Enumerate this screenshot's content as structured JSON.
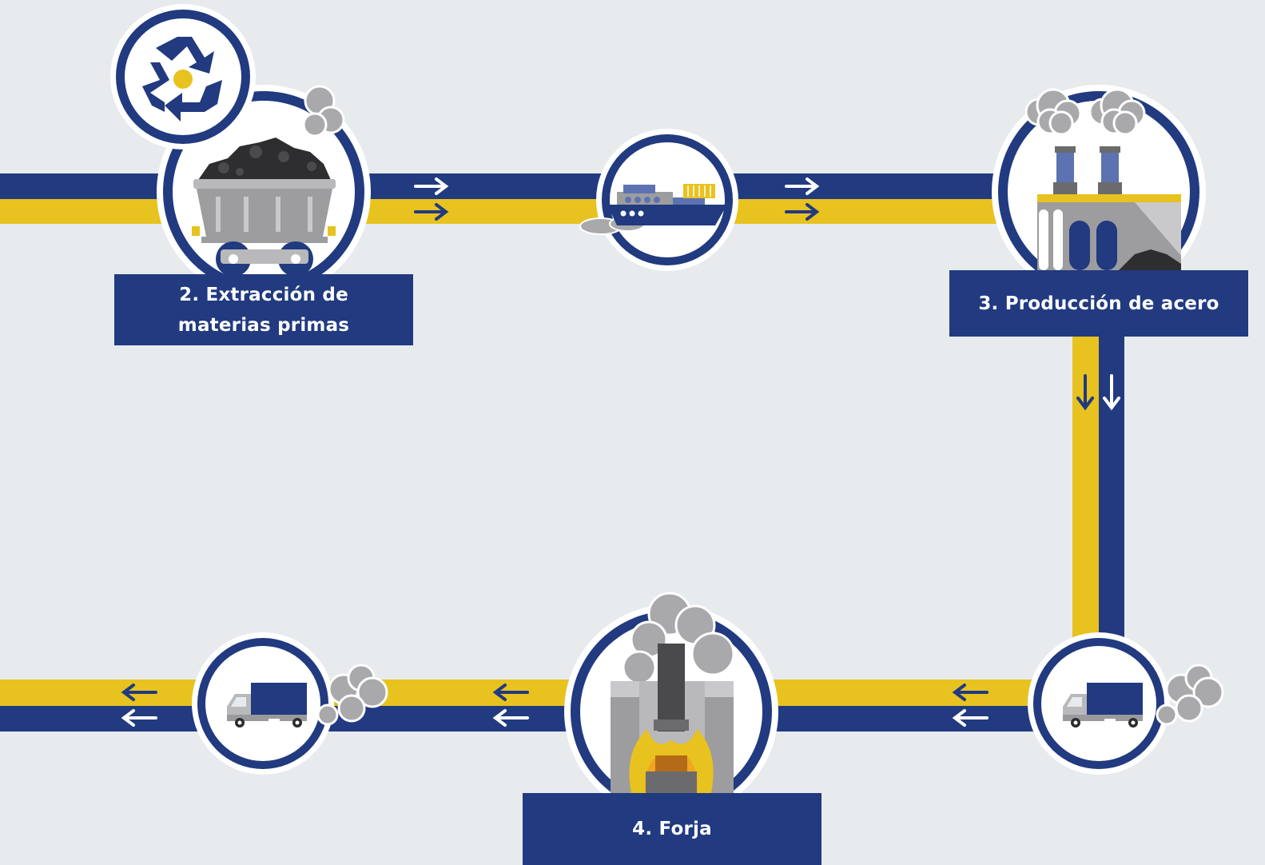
{
  "stages": {
    "extraccion": "2. Extracción de materias primas",
    "acero": "3. Producción de acero",
    "forja": "4. Forja"
  },
  "icons": {
    "recycle": "recycle-icon",
    "mine_cart": "mine-cart-icon",
    "ship": "cargo-ship-icon",
    "factory": "steel-factory-icon",
    "forge": "forge-icon",
    "truck": "delivery-truck-icon",
    "smoke": "smoke-cloud-icon",
    "arrow_right": "arrow-right-icon",
    "arrow_left": "arrow-left-icon",
    "arrow_down": "arrow-down-icon"
  },
  "colors": {
    "navy": "#213a80",
    "yellow": "#e8c21f",
    "background": "#e7ebee",
    "smoke": "#a9a9ab",
    "white": "#ffffff"
  }
}
